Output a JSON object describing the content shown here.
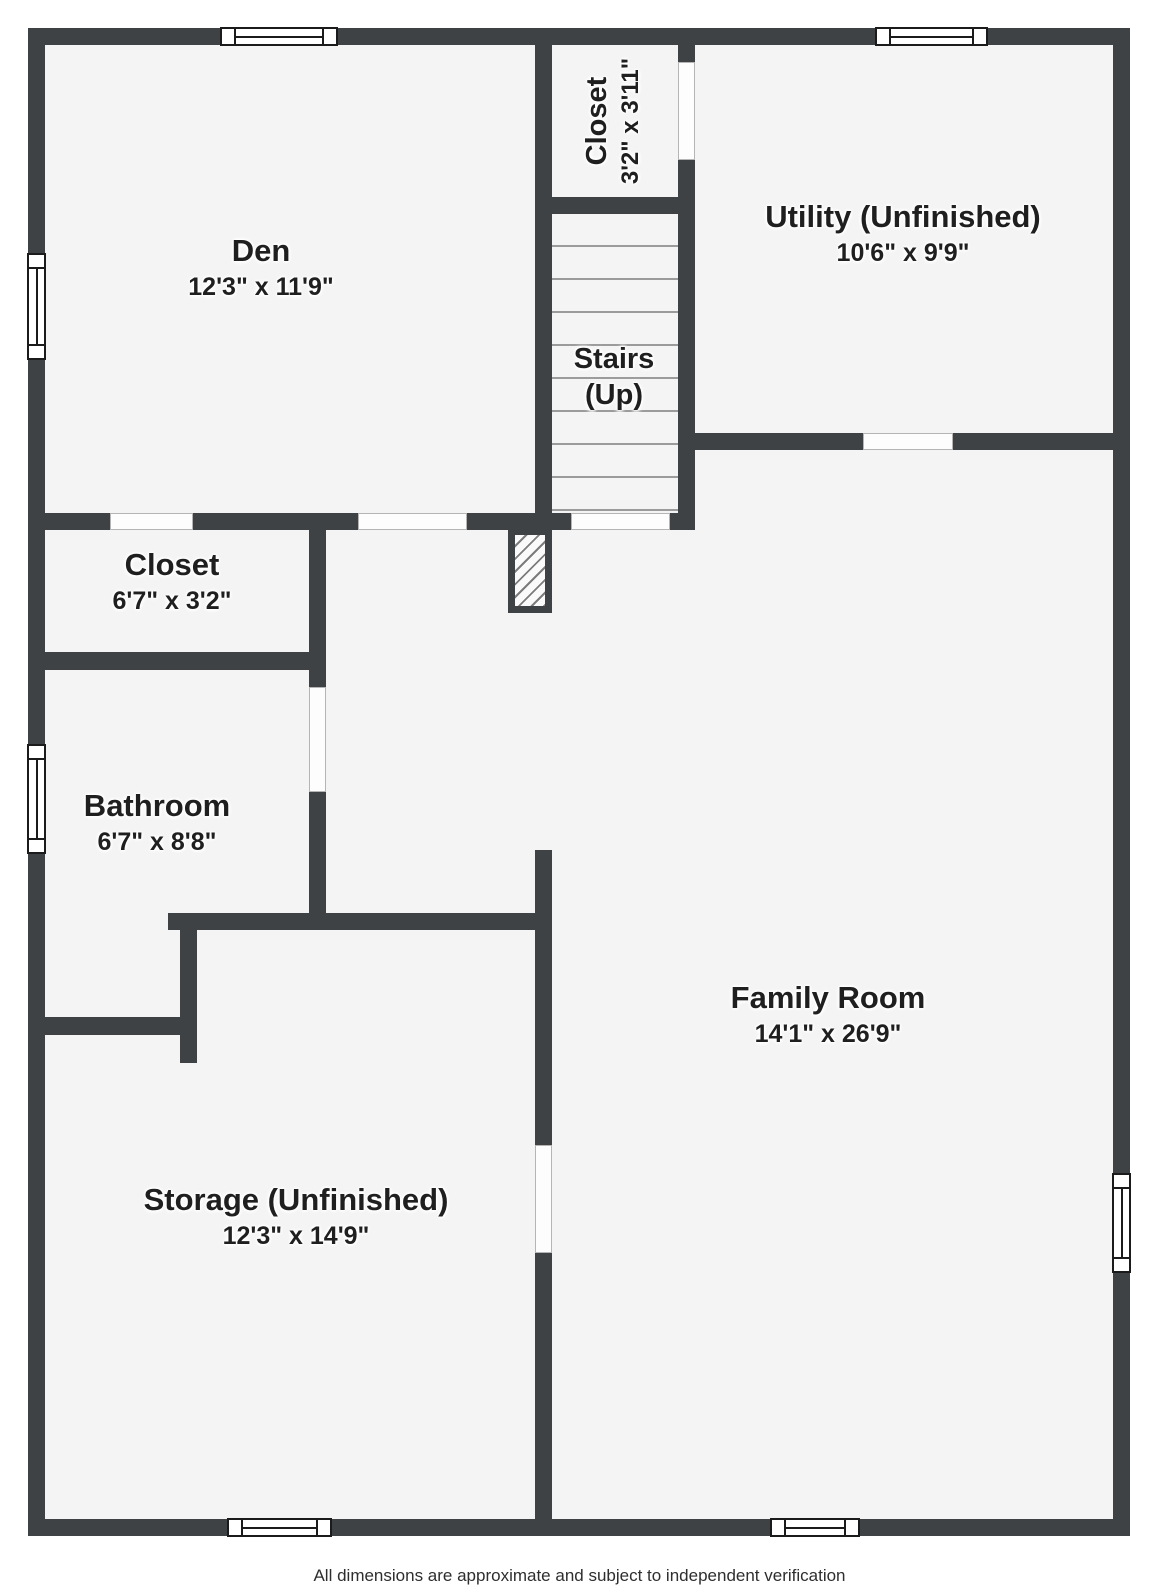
{
  "plan": {
    "footer": "All dimensions are approximate and subject to independent verification",
    "colors": {
      "wall": "#3f4245",
      "floor": "#f4f4f5",
      "text": "#1f1f1f",
      "background": "#ffffff"
    },
    "rooms": {
      "den": {
        "name": "Den",
        "dims": "12'3\" x 11'9\""
      },
      "closet_top": {
        "name": "Closet",
        "dims": "3'2\" x 3'11\""
      },
      "utility": {
        "name": "Utility (Unfinished)",
        "dims": "10'6\" x 9'9\""
      },
      "stairs": {
        "name": "Stairs",
        "dims": "(Up)"
      },
      "closet_left": {
        "name": "Closet",
        "dims": "6'7\" x 3'2\""
      },
      "bathroom": {
        "name": "Bathroom",
        "dims": "6'7\" x 8'8\""
      },
      "family_room": {
        "name": "Family Room",
        "dims": "14'1\" x 26'9\""
      },
      "storage": {
        "name": "Storage (Unfinished)",
        "dims": "12'3\" x 14'9\""
      }
    }
  }
}
